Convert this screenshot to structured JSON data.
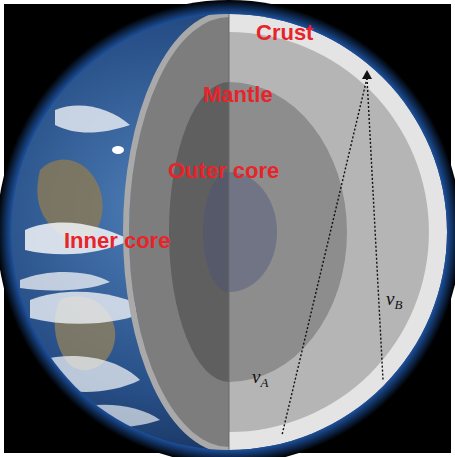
{
  "diagram": {
    "labels": [
      "Crust",
      "Mantle",
      "Outer core",
      "Inner core",
      "νA",
      "νB"
    ]
  }
}
